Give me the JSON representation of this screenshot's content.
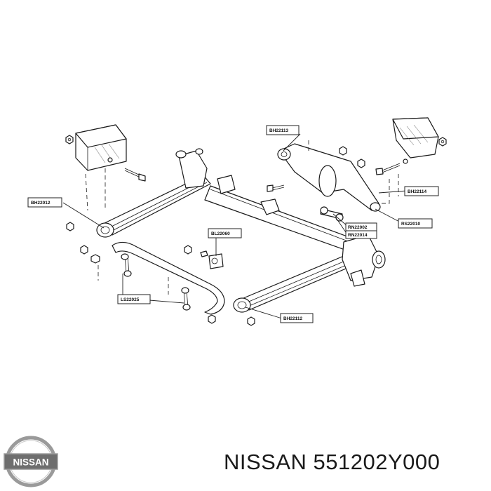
{
  "callouts": {
    "bh22113": "BH22113",
    "bh22114": "BH22114",
    "bh22012": "BH22012",
    "bl22060": "BL22060",
    "rn22002": "RN22002",
    "rn22014": "RN22014",
    "rs22010": "RS22010",
    "ls22025": "LS22025",
    "bh22112": "BH22112"
  },
  "caption": {
    "brand": "NISSAN",
    "part_number": "551202Y000"
  },
  "logo": {
    "text": "NISSAN",
    "colors": {
      "ring": "#8a8a8a",
      "band": "#6e6e6e",
      "text": "#ffffff"
    }
  }
}
